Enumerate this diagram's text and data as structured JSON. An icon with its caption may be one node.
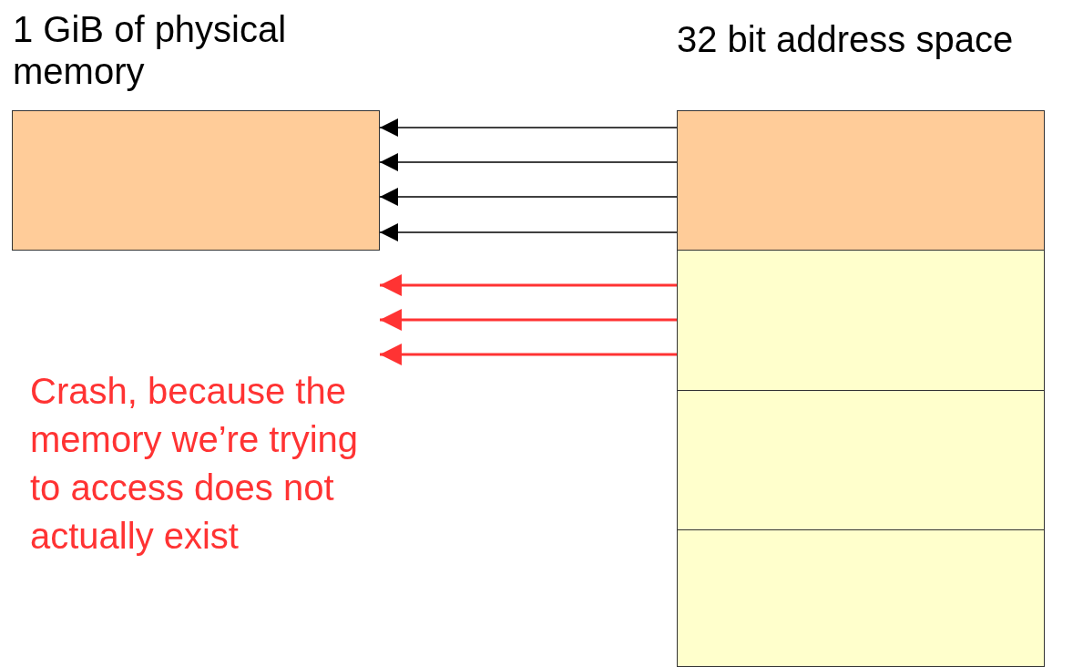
{
  "diagram": {
    "nodes": [
      {
        "text": [
          "1 GiB of physical memory"
        ]
      },
      {
        "text": [
          "32 bit address space"
        ]
      },
      {
        "text": [],
        "shape": "box",
        "in": 1
      },
      {
        "text": [],
        "shape": "box",
        "in": 1
      },
      {
        "text": [],
        "shape": "box",
        "in": 1
      },
      {
        "text": [],
        "shape": "box",
        "in": 1
      }
    ],
    "edges": [
      {
        "from": 2,
        "to": 0,
        "arrow": "to"
      },
      {
        "from": 2,
        "to": 0,
        "arrow": "to"
      },
      {
        "from": 2,
        "to": 0,
        "arrow": "to"
      },
      {
        "from": 2,
        "to": 0,
        "arrow": "to"
      },
      {
        "from": 3,
        "to": null,
        "arrow": "to",
        "color": "#ff3333"
      },
      {
        "from": 3,
        "to": null,
        "arrow": "to",
        "color": "#ff3333"
      },
      {
        "from": 3,
        "to": null,
        "arrow": "to",
        "color": "#ff3333"
      }
    ],
    "labels": [
      "Crash, because the memory we’re trying to access does not actually exist"
    ]
  }
}
